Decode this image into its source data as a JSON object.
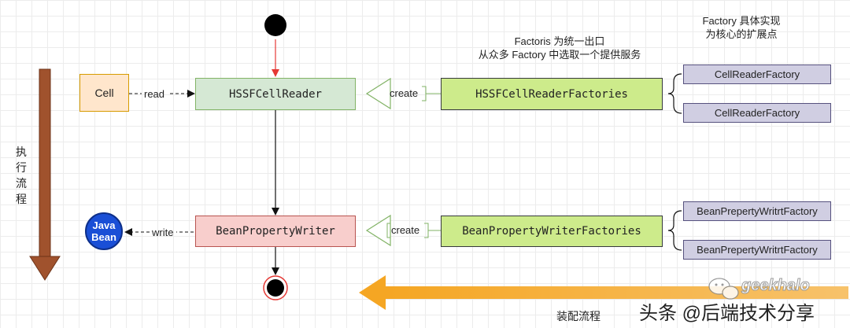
{
  "nodes": {
    "cell": "Cell",
    "hssf_reader": "HSSFCellReader",
    "hssf_factories": "HSSFCellReaderFactories",
    "cell_factory_1": "CellReaderFactory",
    "cell_factory_2": "CellReaderFactory",
    "bean_writer": "BeanPropertyWriter",
    "bean_factories": "BeanPropertyWriterFactories",
    "bean_factory_1": "BeanPrepertyWritrtFactory",
    "bean_factory_2": "BeanPrepertyWritrtFactory",
    "java_bean_line1": "Java",
    "java_bean_line2": "Bean"
  },
  "edges": {
    "read": "read",
    "write": "write",
    "create_top": "create",
    "create_bottom": "create"
  },
  "annotations": {
    "factories_note_line1": "Factoris 为统一出口",
    "factories_note_line2": "从众多 Factory 中选取一个提供服务",
    "impl_note_line1": "Factory 具体实现",
    "impl_note_line2": "为核心的扩展点",
    "exec_flow": "执行流程",
    "assembly_flow": "装配流程"
  },
  "watermark": {
    "brand": "geekhalo",
    "credit": "头条 @后端技术分享"
  },
  "colors": {
    "reader_fill": "#d5e8d4",
    "factories_fill": "#cdeb8b",
    "writer_fill": "#f8cecc",
    "cell_fill": "#ffe6cc",
    "impl_fill": "#d0cee2",
    "bean_fill": "#1a4fd6",
    "exec_arrow": "#a0522d",
    "assembly_arrow": "#f5a623"
  }
}
